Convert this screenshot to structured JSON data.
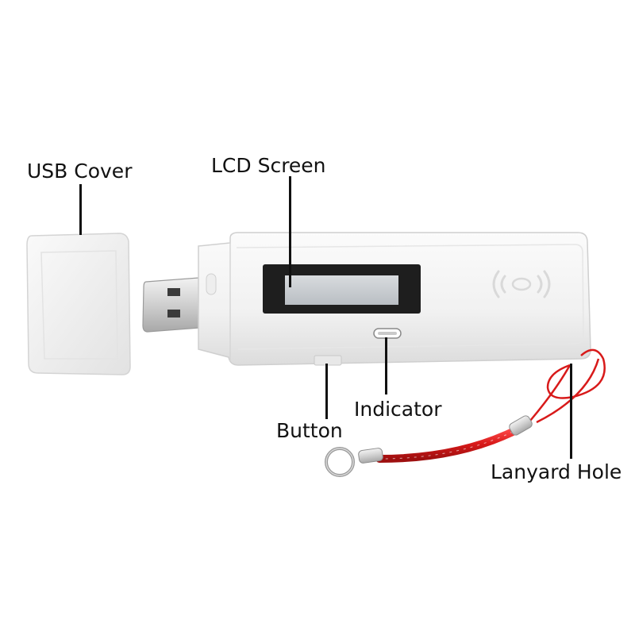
{
  "callouts": {
    "usb_cover": "USB Cover",
    "lcd_screen": "LCD Screen",
    "indicator": "Indicator",
    "button": "Button",
    "lanyard_hole": "Lanyard Hole"
  },
  "colors": {
    "body": "#f4f4f4",
    "lcd_frame": "#1e1e1e",
    "lcd_glass": "#c9cdd1",
    "lanyard": "#d81a1a",
    "connector_metal": "#c9c9c9"
  }
}
